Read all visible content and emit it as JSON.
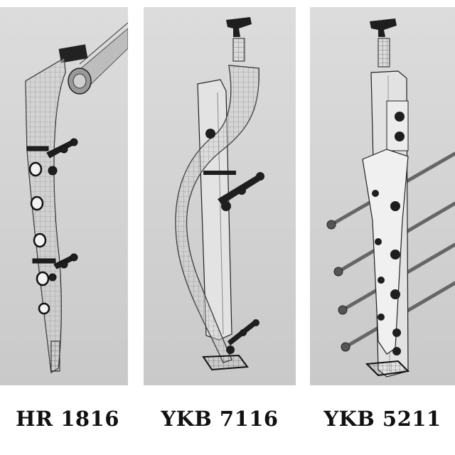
{
  "products": [
    {
      "label": "HR 1816",
      "image": "curved-wireframe-baluster-with-handrail"
    },
    {
      "label": "YKB 7116",
      "image": "s-curved-wireframe-baluster-with-glass-clamps"
    },
    {
      "label": "YKB 5211",
      "image": "square-post-baluster-with-cable-rods"
    }
  ],
  "colors": {
    "panel_background": "#d4d4d4",
    "label_text": "#111111",
    "metal_dark": "#1e1e1e"
  }
}
